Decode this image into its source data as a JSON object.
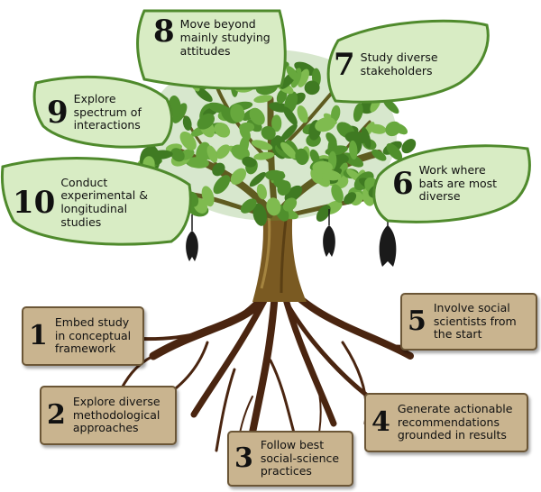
{
  "diagram": {
    "leaves": [
      {
        "num": "8",
        "text": "Move beyond mainly studying attitudes"
      },
      {
        "num": "7",
        "text": "Study diverse stakeholders"
      },
      {
        "num": "9",
        "text": "Explore spectrum of interactions"
      },
      {
        "num": "10",
        "text": "Conduct experimental & longitudinal studies"
      },
      {
        "num": "6",
        "text": "Work where bats are most diverse"
      }
    ],
    "roots": [
      {
        "num": "1",
        "text": "Embed study in conceptual framework"
      },
      {
        "num": "2",
        "text": "Explore diverse methodological approaches"
      },
      {
        "num": "3",
        "text": "Follow best social-science practices"
      },
      {
        "num": "4",
        "text": "Generate actionable recommendations grounded in results"
      },
      {
        "num": "5",
        "text": "Involve social scientists from the start"
      }
    ],
    "colors": {
      "leaf_fill": "#d8ecc4",
      "leaf_stroke": "#4f8a2c",
      "foliage": "#5e9f36",
      "trunk": "#7a5a22",
      "roots": "#4a2510",
      "box_fill": "#c9b48f",
      "box_border": "#6b5636"
    }
  }
}
